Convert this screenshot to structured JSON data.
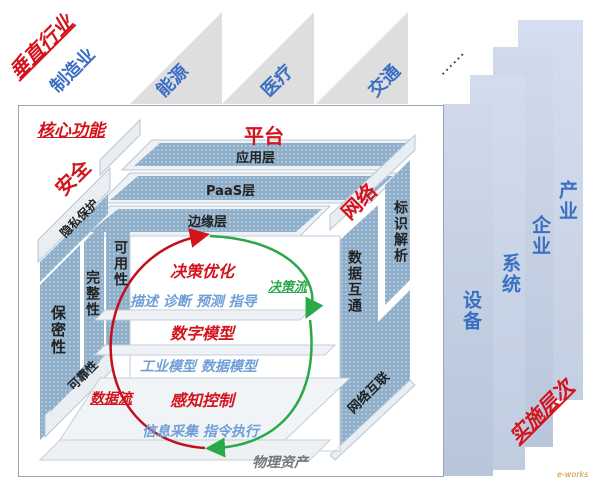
{
  "vertical_industries": {
    "title": "垂直行业",
    "items": [
      "制造业",
      "能源",
      "医疗",
      "交通",
      "……"
    ]
  },
  "core_functions": {
    "title": "核心功能",
    "platform": {
      "title": "平台",
      "layers": [
        "应用层",
        "PaaS层",
        "边缘层"
      ]
    },
    "security": {
      "title": "安全",
      "items": [
        "隐私保护",
        "可用性",
        "完整性",
        "保密性",
        "可靠性"
      ]
    },
    "network": {
      "title": "网络",
      "items": [
        "标识解析",
        "数据互通",
        "网络互联"
      ]
    },
    "center": {
      "decision_optimization": "决策优化",
      "decision_sub": "描述 诊断 预测 指导",
      "digital_model": "数字模型",
      "model_sub": "工业模型 数据模型",
      "perception_control": "感知控制",
      "perception_sub": "信息采集 指令执行",
      "physical_assets": "物理资产"
    },
    "flows": {
      "data_flow": "数据流",
      "decision_flow": "决策流"
    }
  },
  "implementation_levels": {
    "title": "实施层次",
    "items": [
      "设备",
      "系统",
      "企业",
      "产业"
    ]
  },
  "watermark": "e-works",
  "colors": {
    "red": "#d4141c",
    "blue": "#3a6fc4",
    "light_blue": "#6f9fd6",
    "green": "#2aa84a",
    "panel": "#9bb7cf",
    "column": "#c8d4e6"
  }
}
